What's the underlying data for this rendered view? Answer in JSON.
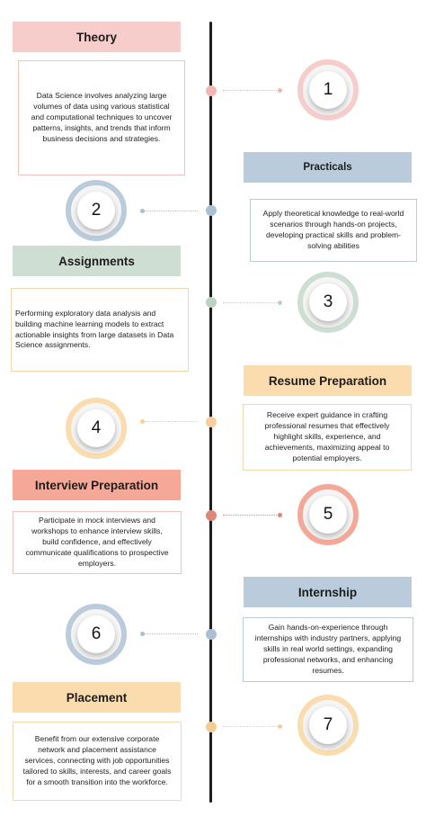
{
  "colors": {
    "axis": "#1e1e1e",
    "pink": "#f6cdcb",
    "blue": "#bacbdb",
    "green": "#cfded2",
    "peach": "#fbdcae",
    "coral": "#f5a898",
    "dot_pink": "#f2b7b4",
    "dot_blue": "#a9bfd3",
    "dot_green": "#bdd3c2",
    "dot_peach": "#f7cf9e",
    "dot_coral": "#dd8877",
    "dot_gold": "#f4cc98",
    "border_pink": "#f1c3bd",
    "border_blue": "#bcc9d6",
    "border_peach": "#f4d7b0"
  },
  "steps": [
    {
      "number": "1",
      "title": "Theory",
      "description": "Data Science involves analyzing large volumes of data using various statistical and computational techniques to uncover patterns, insights, and trends that inform business decisions and strategies."
    },
    {
      "number": "2",
      "title": "Practicals",
      "description": "Apply theoretical knowledge to real-world scenarios through hands-on projects, developing practical skills and problem-solving abilities"
    },
    {
      "number": "3",
      "title": "Assignments",
      "description": "Performing exploratory data analysis and building machine learning models to extract actionable insights from large datasets in Data Science assignments."
    },
    {
      "number": "4",
      "title": "Resume Preparation",
      "description": "Receive expert guidance in crafting professional resumes that effectively highlight skills, experience, and achievements, maximizing appeal to potential employers."
    },
    {
      "number": "5",
      "title": "Interview Preparation",
      "description": "Participate in mock interviews and workshops to enhance interview skills, build confidence, and effectively communicate qualifications to prospective employers."
    },
    {
      "number": "6",
      "title": "Internship",
      "description": "Gain hands-on-experience through internships with industry partners, applying skills in real world settings, expanding professional networks, and enhancing resumes."
    },
    {
      "number": "7",
      "title": "Placement",
      "description": "Benefit from our extensive corporate network and placement assistance services, connecting with job opportunities tailored to skills, interests, and career goals for a smooth transition into the workforce."
    }
  ]
}
